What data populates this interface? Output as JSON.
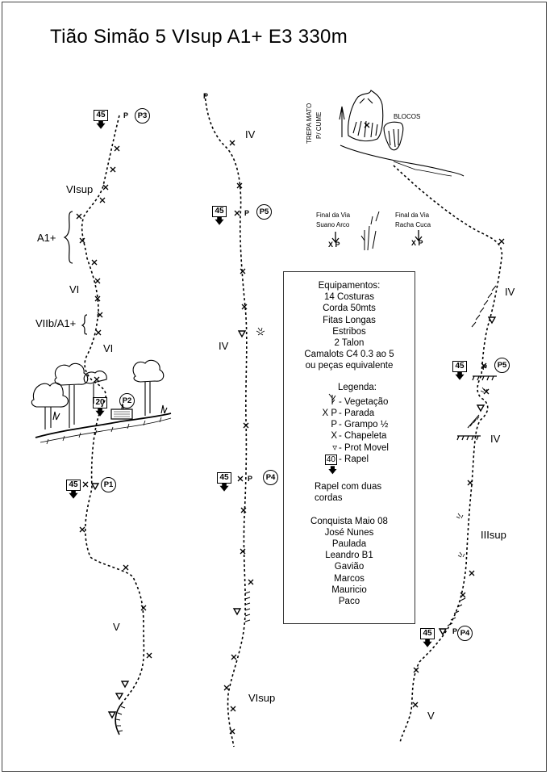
{
  "title": "Tião Simão 5 VIsup A1+ E3 330m",
  "grades": {
    "p1_visup": "VIsup",
    "p1_a1": "A1+",
    "p1_vi_a": "VI",
    "p1_viib": "VIIb/A1+",
    "p1_vi_b": "VI",
    "p1_v": "V",
    "p2_iv_a": "IV",
    "p2_iv_b": "IV",
    "p2_visup": "VIsup",
    "p3_iv_a": "IV",
    "p3_iv_b": "IV",
    "p3_iiisup": "IIIsup",
    "p3_v": "V"
  },
  "rappels": {
    "r1": "45",
    "r2": "20",
    "r3": "45",
    "r4": "45",
    "r5": "45",
    "r6": "45",
    "r7": "45"
  },
  "belays": {
    "p3_top": "P3",
    "p2": "P2",
    "p1": "P1",
    "p5_mid": "P5",
    "p4_mid": "P4",
    "p5_right": "P5",
    "p4_right": "P4"
  },
  "summit": {
    "trepa": "TREPA MATO",
    "cume": "P/ CUME",
    "blocos": "BLOCOS",
    "final_suano_1": "Final da Via",
    "final_suano_2": "Suano Arco",
    "final_racha_1": "Final da Via",
    "final_racha_2": "Racha Cuca",
    "xp": "X P"
  },
  "info": {
    "equip_title": "Equipamentos:",
    "equip_lines": [
      "14 Costuras",
      "Corda 50mts",
      "Fitas Longas",
      "Estribos",
      "2 Talon",
      "Camalots C4  0.3 ao 5",
      "ou peças equivalente"
    ],
    "legend_title": "Legenda:",
    "legend": [
      {
        "sym": "vegetation-icon",
        "label": "- Vegetação"
      },
      {
        "sym": "X P",
        "label": "- Parada"
      },
      {
        "sym": "P",
        "label": "- Grampo ½"
      },
      {
        "sym": "X",
        "label": "- Chapeleta"
      },
      {
        "sym": "▿",
        "label": "- Prot Movel"
      },
      {
        "sym": "40",
        "label": "- Rapel"
      }
    ],
    "rapel_note_1": "Rapel com duas",
    "rapel_note_2": "cordas",
    "conquista": "Conquista Maio 08",
    "climbers": [
      "José Nunes",
      "Paulada",
      "Leandro B1",
      "Gavião",
      "Marcos",
      "Mauricio",
      "Paco"
    ]
  }
}
